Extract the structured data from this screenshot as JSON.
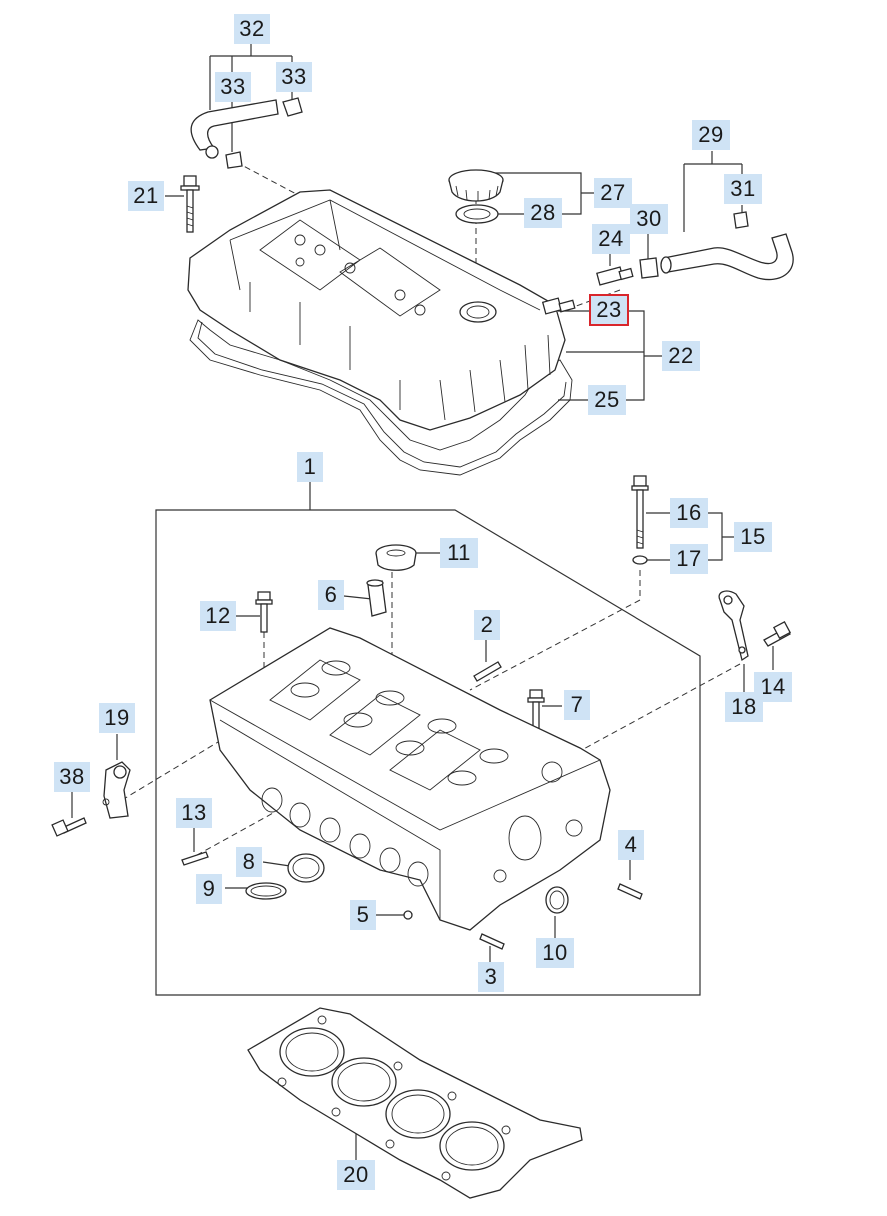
{
  "diagram": {
    "highlight_color": "#d9262c",
    "callout_color": "#cfe3f5",
    "callouts": [
      {
        "id": "c32",
        "label": "32",
        "highlight": false
      },
      {
        "id": "c33a",
        "label": "33",
        "highlight": false
      },
      {
        "id": "c33b",
        "label": "33",
        "highlight": false
      },
      {
        "id": "c21",
        "label": "21",
        "highlight": false
      },
      {
        "id": "c27",
        "label": "27",
        "highlight": false
      },
      {
        "id": "c28",
        "label": "28",
        "highlight": false
      },
      {
        "id": "c29",
        "label": "29",
        "highlight": false
      },
      {
        "id": "c31",
        "label": "31",
        "highlight": false
      },
      {
        "id": "c30",
        "label": "30",
        "highlight": false
      },
      {
        "id": "c24",
        "label": "24",
        "highlight": false
      },
      {
        "id": "c23",
        "label": "23",
        "highlight": true
      },
      {
        "id": "c22",
        "label": "22",
        "highlight": false
      },
      {
        "id": "c25",
        "label": "25",
        "highlight": false
      },
      {
        "id": "c1",
        "label": "1",
        "highlight": false
      },
      {
        "id": "c16",
        "label": "16",
        "highlight": false
      },
      {
        "id": "c15",
        "label": "15",
        "highlight": false
      },
      {
        "id": "c17",
        "label": "17",
        "highlight": false
      },
      {
        "id": "c11",
        "label": "11",
        "highlight": false
      },
      {
        "id": "c6",
        "label": "6",
        "highlight": false
      },
      {
        "id": "c12",
        "label": "12",
        "highlight": false
      },
      {
        "id": "c2",
        "label": "2",
        "highlight": false
      },
      {
        "id": "c14",
        "label": "14",
        "highlight": false
      },
      {
        "id": "c18",
        "label": "18",
        "highlight": false
      },
      {
        "id": "c7",
        "label": "7",
        "highlight": false
      },
      {
        "id": "c19",
        "label": "19",
        "highlight": false
      },
      {
        "id": "c38",
        "label": "38",
        "highlight": false
      },
      {
        "id": "c13",
        "label": "13",
        "highlight": false
      },
      {
        "id": "c4",
        "label": "4",
        "highlight": false
      },
      {
        "id": "c8",
        "label": "8",
        "highlight": false
      },
      {
        "id": "c9",
        "label": "9",
        "highlight": false
      },
      {
        "id": "c5",
        "label": "5",
        "highlight": false
      },
      {
        "id": "c10",
        "label": "10",
        "highlight": false
      },
      {
        "id": "c3",
        "label": "3",
        "highlight": false
      },
      {
        "id": "c20",
        "label": "20",
        "highlight": false
      }
    ]
  }
}
